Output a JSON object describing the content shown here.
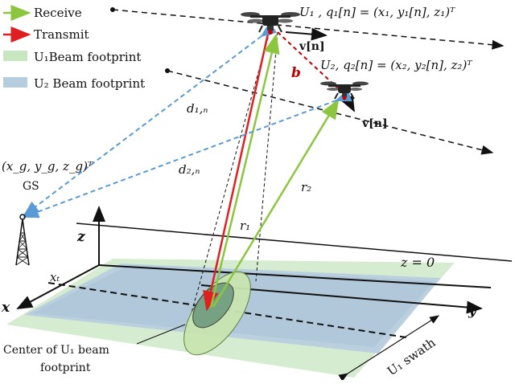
{
  "legend": {
    "receive": "Receive",
    "transmit": "Transmit",
    "u1_footprint": "U₁Beam footprint",
    "u2_footprint": "U₂ Beam footprint"
  },
  "labels": {
    "u1_pos": "U₁ , q₁[n] = (x₁, y₁[n], z₁)ᵀ",
    "u2_pos": "U₂, q₂[n] = (x₂, y₂[n], z₂)ᵀ",
    "v_u1": "v[n]",
    "v_u2": "v[n]",
    "b": "b",
    "d1n": "d₁,ₙ",
    "d2n": "d₂,ₙ",
    "gs_coord": "(x_g, y_g, z_g)ᵀ",
    "gs": "GS",
    "r1": "r₁",
    "r2": "r₂",
    "z_axis": "z",
    "x_axis": "x",
    "y_axis": "y",
    "z_zero": "z = 0",
    "xt": "xₜ",
    "center_line1": "Center of U₁ beam",
    "center_line2": "footprint",
    "swath": "U₁ swath"
  },
  "colors": {
    "receive": "#8cc63f",
    "transmit": "#e02020",
    "u1_footprint": "#c8e6c0",
    "u2_footprint": "#b6cde0",
    "dashed_link": "#5b9bd5",
    "baseline": "#c00000"
  }
}
